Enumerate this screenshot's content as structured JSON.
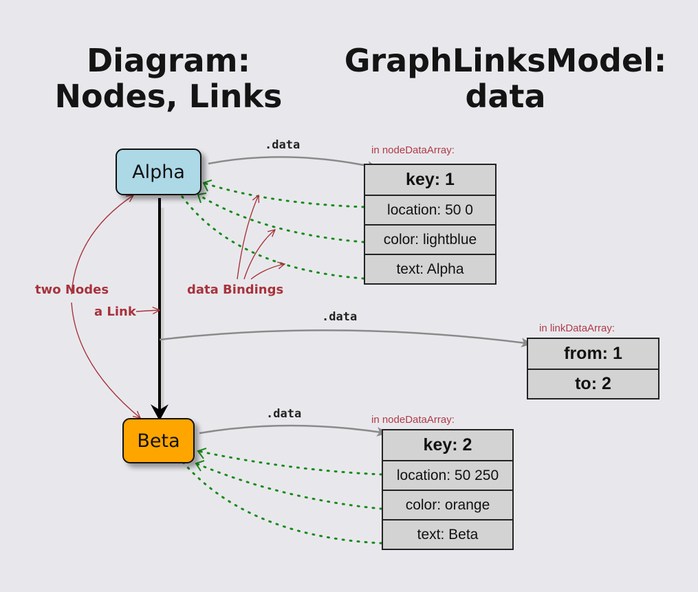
{
  "titles": {
    "left": [
      "Diagram:",
      "Nodes, Links"
    ],
    "right": [
      "GraphLinksModel:",
      "data"
    ]
  },
  "nodes": {
    "alpha": {
      "text": "Alpha",
      "color": "#add8e6"
    },
    "beta": {
      "text": "Beta",
      "color": "#ffa500"
    }
  },
  "data_refs": {
    "alpha": ".data",
    "link": ".data",
    "beta": ".data"
  },
  "records": {
    "alpha": {
      "label": "in nodeDataArray:",
      "rows": [
        "key: 1",
        "location: 50 0",
        "color: lightblue",
        "text: Alpha"
      ]
    },
    "link": {
      "label": "in linkDataArray:",
      "rows": [
        "from: 1",
        "to: 2"
      ]
    },
    "beta": {
      "label": "in nodeDataArray:",
      "rows": [
        "key: 2",
        "location: 50 250",
        "color: orange",
        "text: Beta"
      ]
    }
  },
  "callouts": {
    "two_nodes": "two Nodes",
    "a_link": "a Link",
    "data_bindings": "data Bindings"
  },
  "colors": {
    "background": "#e8e8ec",
    "callout": "#a8323c",
    "binding": "#1a8a1a",
    "data_arrow": "#888888"
  }
}
